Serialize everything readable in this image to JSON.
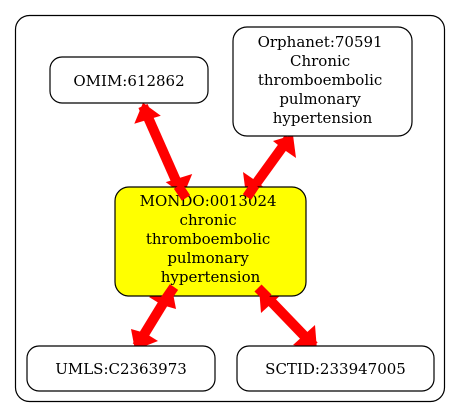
{
  "colors": {
    "background": "#ffffff",
    "border": "#000000",
    "edge": "#ff0000",
    "center_fill": "#ffff00",
    "node_fill": "#ffffff"
  },
  "nodes": {
    "omim": {
      "lines": [
        "OMIM:612862"
      ]
    },
    "orphanet": {
      "lines": [
        "Orphanet:70591",
        "Chronic",
        "thromboembolic",
        "pulmonary",
        "hypertension"
      ]
    },
    "mondo": {
      "lines": [
        "MONDO:0013024",
        "chronic",
        "thromboembolic",
        "pulmonary",
        "hypertension"
      ]
    },
    "umls": {
      "lines": [
        "UMLS:C2363973"
      ]
    },
    "sctid": {
      "lines": [
        "SCTID:233947005"
      ]
    }
  },
  "edges": [
    {
      "from": "mondo",
      "to": "omim"
    },
    {
      "from": "mondo",
      "to": "orphanet"
    },
    {
      "from": "mondo",
      "to": "umls"
    },
    {
      "from": "mondo",
      "to": "sctid"
    }
  ]
}
